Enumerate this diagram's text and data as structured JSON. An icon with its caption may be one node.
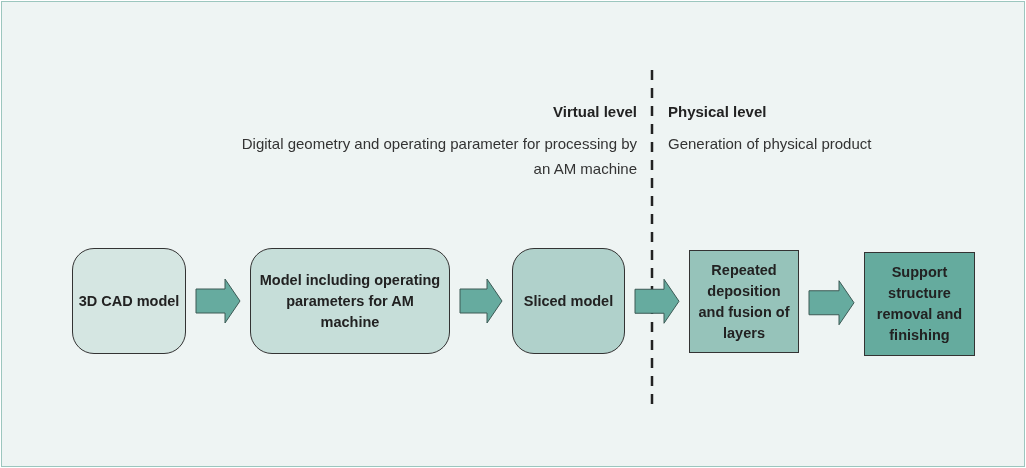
{
  "diagram": {
    "nodes": [
      {
        "text": [
          "3D CAD model"
        ]
      },
      {
        "text": [
          "Model including operating parameters for AM machine"
        ]
      },
      {
        "text": [
          "Sliced model"
        ]
      },
      {
        "text": [
          "Repeated deposition and fusion of layers"
        ]
      },
      {
        "text": [
          "Support structure removal and finishing"
        ]
      }
    ],
    "edges": [
      {
        "from": 0,
        "to": 1,
        "arrow": "to",
        "style": "thick"
      },
      {
        "from": 1,
        "to": 2,
        "arrow": "to",
        "style": "thick"
      },
      {
        "from": 2,
        "to": 3,
        "arrow": "to",
        "style": "thick"
      },
      {
        "from": 3,
        "to": 4,
        "arrow": "to",
        "style": "thick"
      }
    ],
    "labels": [
      "Virtual level",
      "Digital geometry and operating parameter for processing by an AM machine",
      "Physical level",
      "Generation of physical product"
    ]
  }
}
